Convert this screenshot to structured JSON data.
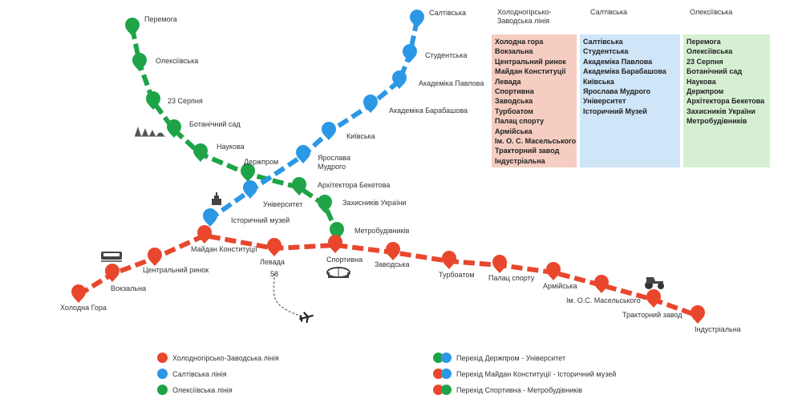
{
  "colors": {
    "red": "#e8472d",
    "blue": "#2b98e6",
    "green": "#1ea447"
  },
  "panels": [
    {
      "heading": "Холодногірсько-Заводська лінія",
      "bg": "#f5cdc1",
      "stations": [
        "Холодна гора",
        "Вокзальна",
        "Центральний ринок",
        "Майдан Конституції",
        "Левада",
        "Спортивна",
        "Заводська",
        "Турбоатом",
        "Палац спорту",
        "Армійська",
        "Ім. О. С. Масельського",
        "Тракторний завод",
        "Індустріальна"
      ]
    },
    {
      "heading": "Салтівська",
      "bg": "#cfe5f8",
      "stations": [
        "Салтівська",
        "Студентська",
        "Академіка Павлова",
        "Академіка Барабашова",
        "Київська",
        "Ярослава Мудрого",
        "Університет",
        "Історичний Музей"
      ]
    },
    {
      "heading": "Олексіївська",
      "bg": "#d6efd3",
      "stations": [
        "Перемога",
        "Олексіївська",
        "23 Серпня",
        "Ботанічний сад",
        "Наукова",
        "Держпром",
        "Архітектора Бекетова",
        "Захисників України",
        "Метробудівників"
      ]
    }
  ],
  "legend": [
    {
      "label": "Холодногірсько-Заводська лінія",
      "colors": [
        "red"
      ]
    },
    {
      "label": "Салтівська лінія",
      "colors": [
        "blue"
      ]
    },
    {
      "label": "Олексіївська лінія",
      "colors": [
        "green"
      ]
    },
    {
      "label": "Перехід  Держпром - Університет",
      "colors": [
        "green",
        "blue"
      ]
    },
    {
      "label": "Перехід Майдан Конституції - Історичний музей",
      "colors": [
        "red",
        "blue"
      ]
    },
    {
      "label": "Перехід Спортивна - Метробудівників",
      "colors": [
        "red",
        "green"
      ]
    }
  ],
  "map": {
    "red": [
      {
        "name": "Холодна Гора"
      },
      {
        "name": "Вокзальна"
      },
      {
        "name": "Центральний ринок"
      },
      {
        "name": "Майдан Конституції"
      },
      {
        "name": "Левада"
      },
      {
        "name": "Спортивна"
      },
      {
        "name": "Заводська"
      },
      {
        "name": "Турбоатом"
      },
      {
        "name": "Палац спорту"
      },
      {
        "name": "Армійська"
      },
      {
        "name": "Ім. О.С. Масельського"
      },
      {
        "name": "Тракторний завод"
      },
      {
        "name": "Індустріальна"
      }
    ],
    "blue": [
      {
        "name": "Салтівська"
      },
      {
        "name": "Студентська"
      },
      {
        "name": "Академіка Павлова"
      },
      {
        "name": "Академіка Барабашова"
      },
      {
        "name": "Київська"
      },
      {
        "name": "Ярослава\nМудрого"
      },
      {
        "name": "Університет"
      },
      {
        "name": "Історичний музей"
      }
    ],
    "green": [
      {
        "name": "Перемога"
      },
      {
        "name": "Олексіївська"
      },
      {
        "name": "23 Серпня"
      },
      {
        "name": "Ботанічний сад"
      },
      {
        "name": "Наукова"
      },
      {
        "name": "Держпром"
      },
      {
        "name": "Архітектора Бекетова"
      },
      {
        "name": "Захисників України"
      },
      {
        "name": "Метробудівників"
      }
    ],
    "bus_route": "58"
  }
}
